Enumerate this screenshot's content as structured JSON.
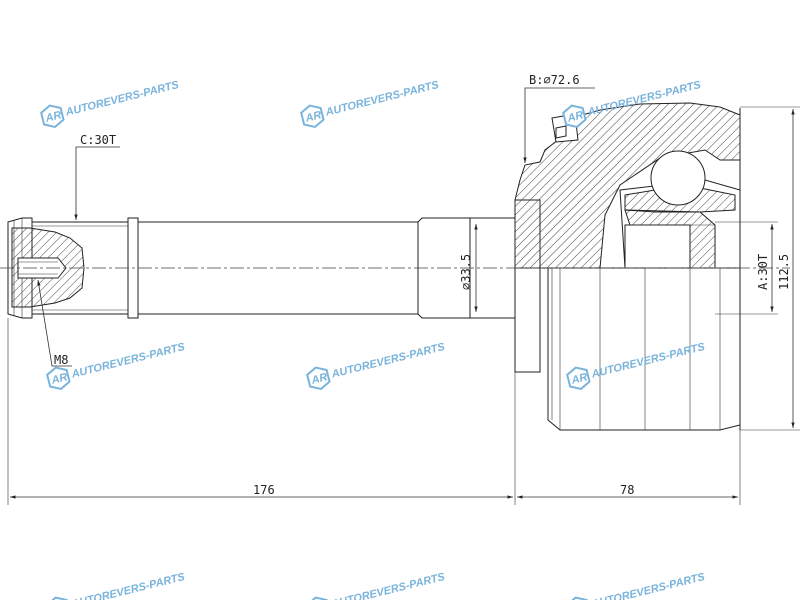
{
  "labels": {
    "c_spline": "C:30T",
    "b_diameter": "B:⌀72.6",
    "a_spline": "A:30T",
    "thread": "M8",
    "shaft_diameter": "⌀33.5",
    "outer_diameter": "112.5",
    "length_shaft": "176",
    "length_body": "78"
  },
  "watermark": {
    "text": "AUTOREVERS-PARTS",
    "logo": "AR"
  }
}
